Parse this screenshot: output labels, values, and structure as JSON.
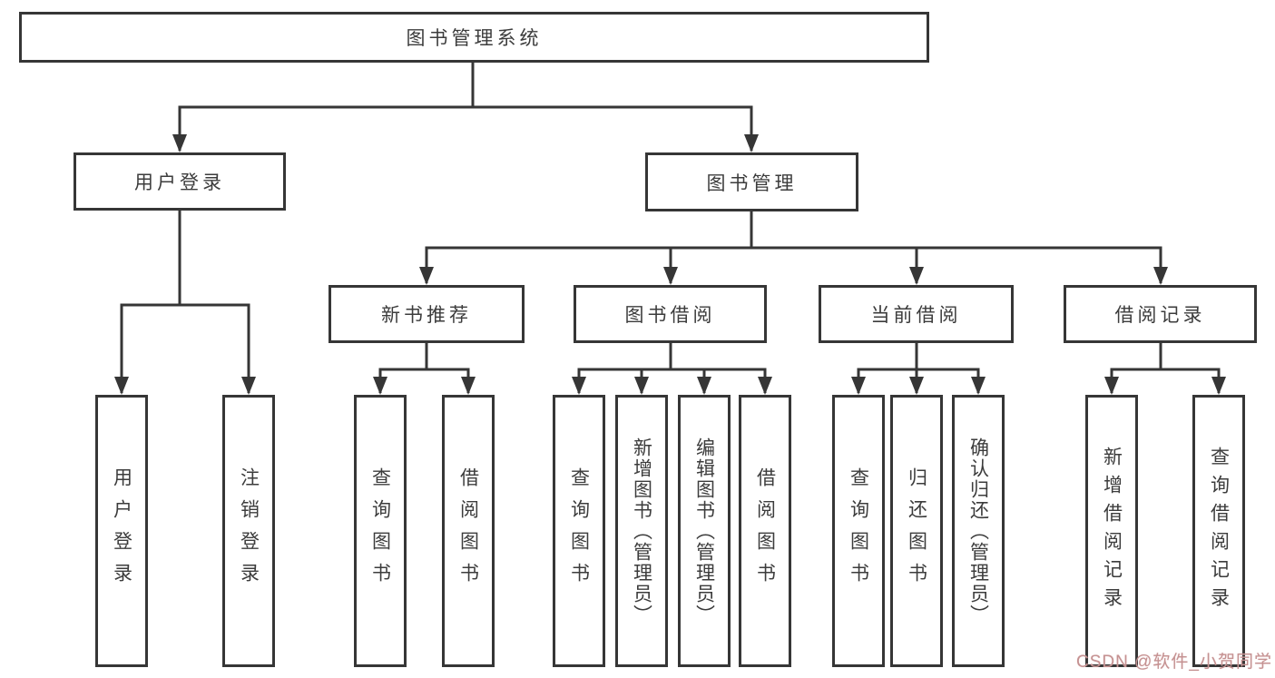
{
  "diagram": {
    "root": "图书管理系统",
    "branches": [
      {
        "label": "用户登录",
        "children": [
          "用户登录",
          "注销登录"
        ]
      },
      {
        "label": "图书管理",
        "children": [
          {
            "label": "新书推荐",
            "children": [
              "查询图书",
              "借阅图书"
            ]
          },
          {
            "label": "图书借阅",
            "children": [
              "查询图书",
              "新增图书（管理员）",
              "编辑图书（管理员）",
              "借阅图书"
            ]
          },
          {
            "label": "当前借阅",
            "children": [
              "查询图书",
              "归还图书",
              "确认归还（管理员）"
            ]
          },
          {
            "label": "借阅记录",
            "children": [
              "新增借阅记录",
              "查询借阅记录"
            ]
          }
        ]
      }
    ]
  },
  "watermark": "CSDN @软件_小贺同学",
  "colors": {
    "line": "#363636",
    "text": "#3c3c3c",
    "watermark": "#c49292",
    "background": "#ffffff"
  }
}
